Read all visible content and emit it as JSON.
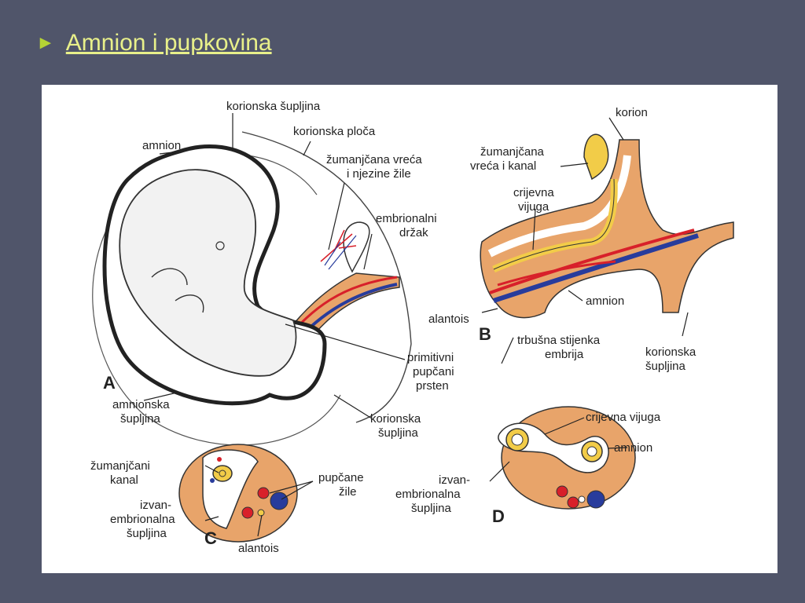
{
  "slide": {
    "bullet": "►",
    "title": "Amnion i pupkovina"
  },
  "colors": {
    "background": "#50556a",
    "title": "#e8f08a",
    "bullet": "#b5d334",
    "tissue": "#e8a46a",
    "artery": "#d8202a",
    "vein": "#283c9c",
    "yolk": "#f2cc48"
  },
  "labels": {
    "a_korionska_supljina_top": "korionska šupljina",
    "a_korionska_ploca": "korionska ploča",
    "a_amnion": "amnion",
    "a_zumanjcana_vreca_1": "žumanjčana vreća",
    "a_zumanjcana_vreca_2": "i njezine žile",
    "a_embrionalni_1": "embrionalni",
    "a_embrionalni_2": "držak",
    "a_primitivni_1": "primitivni",
    "a_primitivni_2": "pupčani",
    "a_primitivni_3": "prsten",
    "a_letter": "A",
    "a_amnionska_1": "amnionska",
    "a_amnionska_2": "šupljina",
    "a_korionska_bottom_1": "korionska",
    "a_korionska_bottom_2": "šupljina",
    "b_korion": "korion",
    "b_zumanjcana_1": "žumanjčana",
    "b_zumanjcana_2": "vreća i kanal",
    "b_crijevna_1": "crijevna",
    "b_crijevna_2": "vijuga",
    "b_amnion": "amnion",
    "b_alantois": "alantois",
    "b_letter": "B",
    "b_trbusna_1": "trbušna stijenka",
    "b_trbusna_2": "embrija",
    "b_korionska_1": "korionska",
    "b_korionska_2": "šupljina",
    "c_zumanjcani_1": "žumanjčani",
    "c_zumanjcani_2": "kanal",
    "c_pupcane_1": "pupčane",
    "c_pupcane_2": "žile",
    "c_izvan_1": "izvan-",
    "c_izvan_2": "embrionalna",
    "c_izvan_3": "šupljina",
    "c_letter": "C",
    "c_alantois": "alantois",
    "d_crijevna": "crijevna vijuga",
    "d_amnion": "amnion",
    "d_izvan_1": "izvan-",
    "d_izvan_2": "embrionalna",
    "d_izvan_3": "šupljina",
    "d_letter": "D"
  }
}
